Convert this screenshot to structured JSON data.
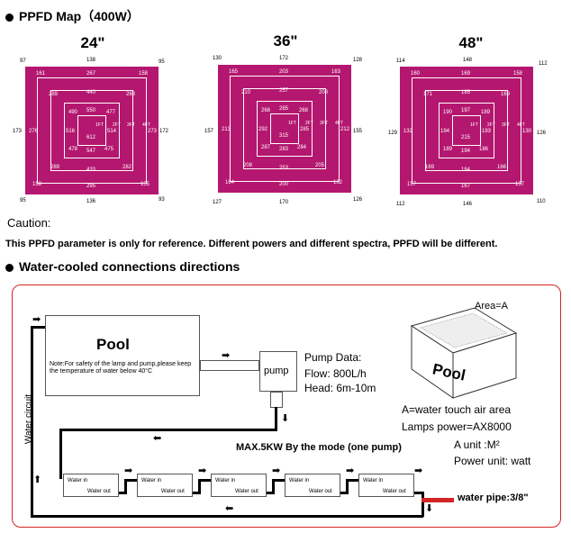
{
  "section1_title": "PPFD Map（400W）",
  "maps": [
    {
      "title": "24\"",
      "corners": [
        "97",
        "95",
        "95",
        "93"
      ],
      "top": "138",
      "bottom": "136",
      "left": "173",
      "right": "172",
      "ring1": {
        "top": "267",
        "bottom": "295",
        "left": "276",
        "right": "273"
      },
      "ring2": {
        "top": "440",
        "bottom": "433",
        "tl": "289",
        "tr": "288",
        "bl": "289",
        "br": "282"
      },
      "inner": {
        "tl": "490",
        "tc": "550",
        "tr": "477",
        "ml": "516",
        "c": "612",
        "mr": "514",
        "bl": "478",
        "bc": "547",
        "br": "475"
      },
      "ring1_corners": {
        "tl": "161",
        "tr": "158",
        "bl": "158",
        "br": "155"
      }
    },
    {
      "title": "36\"",
      "corners": [
        "130",
        "128",
        "127",
        "126"
      ],
      "top": "172",
      "bottom": "170",
      "left": "157",
      "right": "155",
      "ring1": {
        "top": "203",
        "bottom": "200",
        "left": "213",
        "right": "212"
      },
      "ring2": {
        "top": "257",
        "bottom": "253",
        "tl": "210",
        "tr": "208",
        "bl": "208",
        "br": "205"
      },
      "inner": {
        "tl": "268",
        "tc": "285",
        "tr": "268",
        "ml": "292",
        "c": "315",
        "mr": "285",
        "bl": "287",
        "bc": "283",
        "br": "284"
      },
      "ring1_corners": {
        "tl": "165",
        "tr": "163",
        "bl": "164",
        "br": "162"
      }
    },
    {
      "title": "48\"",
      "corners": [
        "114",
        "112",
        "112",
        "110"
      ],
      "top": "148",
      "bottom": "146",
      "left": "129",
      "right": "126",
      "ring1": {
        "top": "169",
        "bottom": "167",
        "left": "132",
        "right": "130"
      },
      "ring2": {
        "top": "185",
        "bottom": "184",
        "tl": "171",
        "tr": "169",
        "bl": "169",
        "br": "166"
      },
      "inner": {
        "tl": "190",
        "tc": "197",
        "tr": "189",
        "ml": "194",
        "c": "215",
        "mr": "193",
        "bl": "189",
        "bc": "194",
        "br": "186"
      },
      "ring1_corners": {
        "tl": "160",
        "tr": "158",
        "bl": "157",
        "br": "157"
      }
    }
  ],
  "ft_labels": [
    "1FT",
    "2FT",
    "3FT",
    "4FT"
  ],
  "caution_label": "Caution:",
  "caution_text": "This PPFD parameter is only for reference. Different powers and different spectra, PPFD will be different.",
  "section2_title": "Water-cooled connections directions",
  "pool_title": "Pool",
  "pool_note": "Note:For safety of the lamp and pump,please keep the temperature of water below 40°C",
  "pump_label": "pump",
  "pump_data": {
    "heading": "Pump Data:",
    "flow": "Flow:  800L/h",
    "head": "Head:  6m-10m"
  },
  "water_circuit": "Water circuit",
  "max_text": "MAX.5KW By the mode (one pump)",
  "water_in": "Water in",
  "water_out": "Water out",
  "area_label": "Area=A",
  "pool_3d_label": "Pool",
  "legend": {
    "a": "A=water touch air area",
    "lamps": "Lamps power=AX8000",
    "aunit": "A unit :M²",
    "punit": "Power unit: watt"
  },
  "water_pipe": "water pipe:3/8\""
}
